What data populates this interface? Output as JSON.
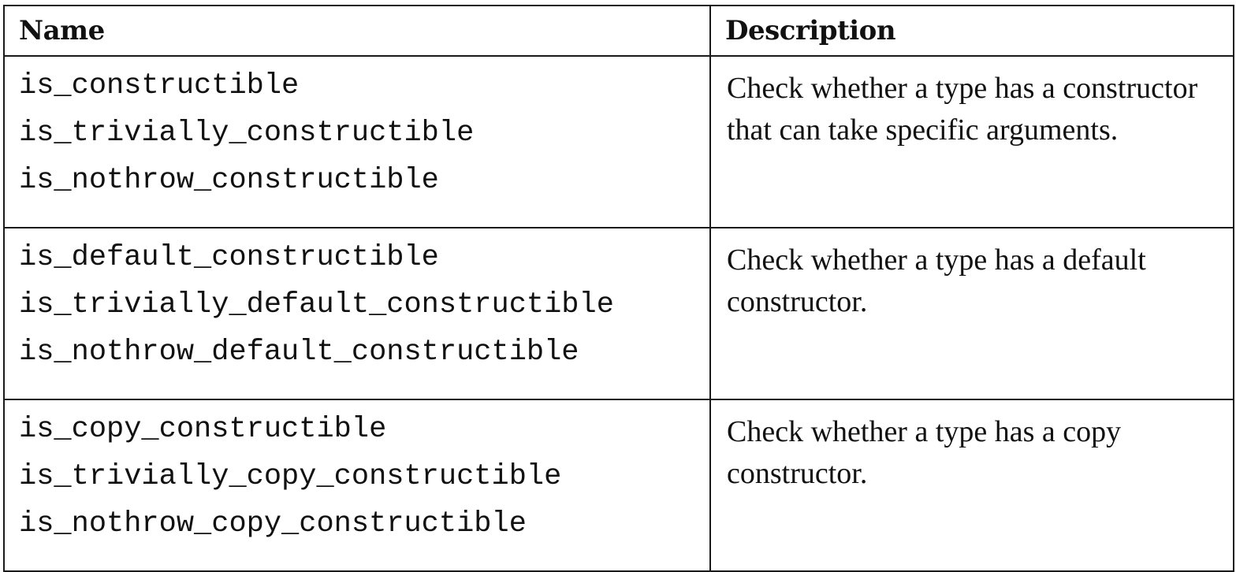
{
  "table": {
    "headers": {
      "name": "Name",
      "description": "Description"
    },
    "rows": [
      {
        "names": [
          "is_constructible",
          "is_trivially_constructible",
          "is_nothrow_constructible"
        ],
        "description": "Check whether a type has a constructor that can take specific arguments."
      },
      {
        "names": [
          "is_default_constructible",
          "is_trivially_default_constructible",
          "is_nothrow_default_constructible"
        ],
        "description": "Check whether a type has a default constructor."
      },
      {
        "names": [
          "is_copy_constructible",
          "is_trivially_copy_constructible",
          "is_nothrow_copy_constructible"
        ],
        "description": "Check whether a type has a copy constructor."
      }
    ]
  }
}
